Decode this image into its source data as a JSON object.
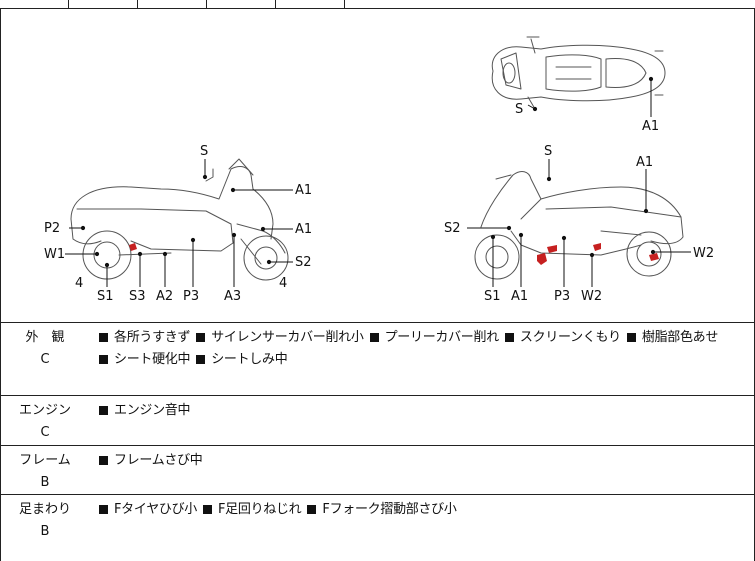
{
  "diagram": {
    "labels": {
      "top_s": "S",
      "top_a1": "A1",
      "left_s": "S",
      "left_a1_upper": "A1",
      "left_a1_lower": "A1",
      "left_p2": "P2",
      "left_w1": "W1",
      "left_s2": "S2",
      "left_4a": "4",
      "left_4b": "4",
      "left_s1": "S1",
      "left_s3": "S3",
      "left_a2": "A2",
      "left_p3": "P3",
      "left_a3": "A3",
      "right_s": "S",
      "right_a1": "A1",
      "right_s2": "S2",
      "right_w2": "W2",
      "right_s1": "S1",
      "right_a1b": "A1",
      "right_p3": "P3",
      "right_w2b": "W2"
    }
  },
  "rows": [
    {
      "name": "外　観",
      "grade": "C",
      "items": [
        "各所うすきず",
        "サイレンサーカバー削れ小",
        "プーリーカバー削れ",
        "スクリーンくもり",
        "樹脂部色あせ",
        "シート硬化中",
        "シートしみ中"
      ]
    },
    {
      "name": "エンジン",
      "grade": "C",
      "items": [
        "エンジン音中"
      ]
    },
    {
      "name": "フレーム",
      "grade": "B",
      "items": [
        "フレームさび中"
      ]
    },
    {
      "name": "足まわり",
      "grade": "B",
      "items": [
        "Fタイヤひび小",
        "F足回りねじれ",
        "Fフォーク摺動部さび小"
      ]
    }
  ]
}
